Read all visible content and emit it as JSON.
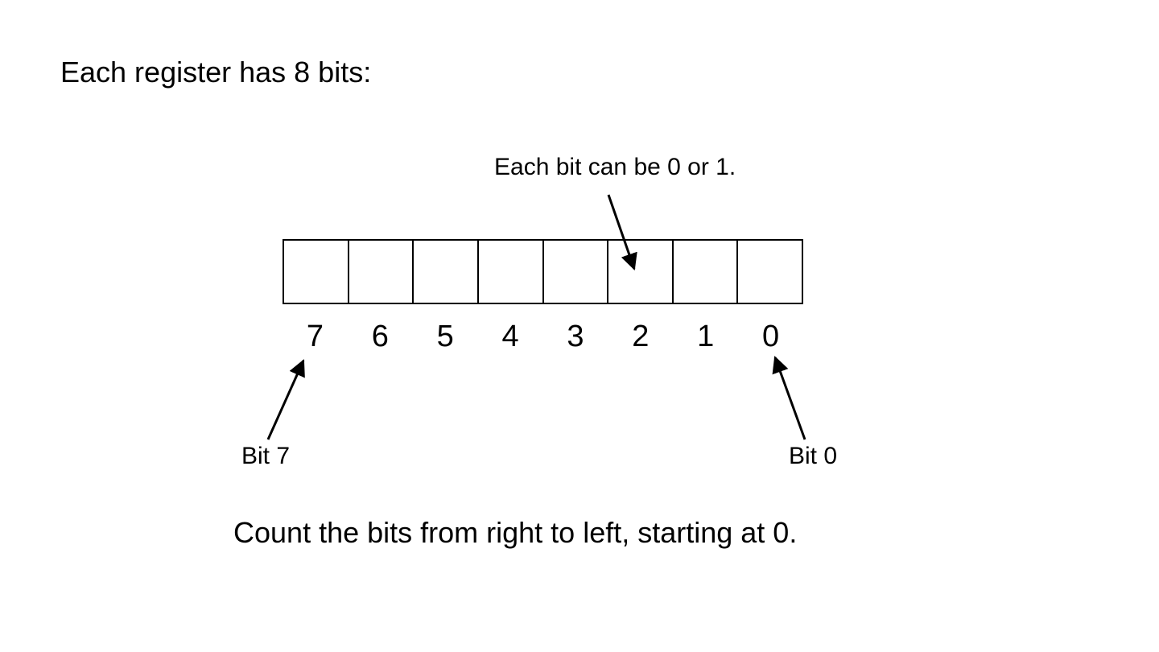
{
  "slide": {
    "title": "Each register has 8 bits:",
    "annotation": "Each bit can be 0 or 1.",
    "register": {
      "bit_count": 8,
      "bit_labels": [
        "7",
        "6",
        "5",
        "4",
        "3",
        "2",
        "1",
        "0"
      ],
      "cell_values": [
        "",
        "",
        "",
        "",
        "",
        "",
        "",
        ""
      ]
    },
    "callout_left": "Bit 7",
    "callout_right": "Bit 0",
    "caption": "Count the bits from right to left, starting at 0.",
    "colors": {
      "background": "#ffffff",
      "text": "#000000",
      "line": "#000000"
    }
  }
}
